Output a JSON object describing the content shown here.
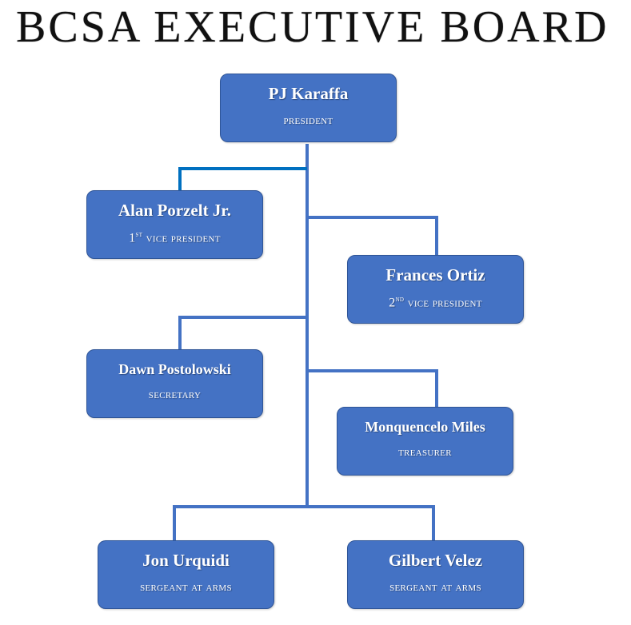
{
  "title": "BCSA EXECUTIVE BOARD",
  "colors": {
    "box": "#4472C4",
    "border": "#2F5597",
    "line": "#4472C4",
    "line_accent": "#0070C0"
  },
  "members": [
    {
      "name": "PJ Karaffa",
      "role": "PRESIDENT"
    },
    {
      "name": "Alan Porzelt Jr.",
      "role_prefix": "1",
      "role_sup": "ST",
      "role": " VICE PRESIDENT"
    },
    {
      "name": "Frances Ortiz",
      "role_prefix": "2",
      "role_sup": "ND",
      "role": " VICE PRESIDENT"
    },
    {
      "name": "Dawn Postolowski",
      "role": "SECRETARY"
    },
    {
      "name": "Monquencelo Miles",
      "role": "TREASURER"
    },
    {
      "name": "Jon Urquidi",
      "role": "SERGEANT AT ARMS"
    },
    {
      "name": "Gilbert Velez",
      "role": "SERGEANT AT ARMS"
    }
  ]
}
